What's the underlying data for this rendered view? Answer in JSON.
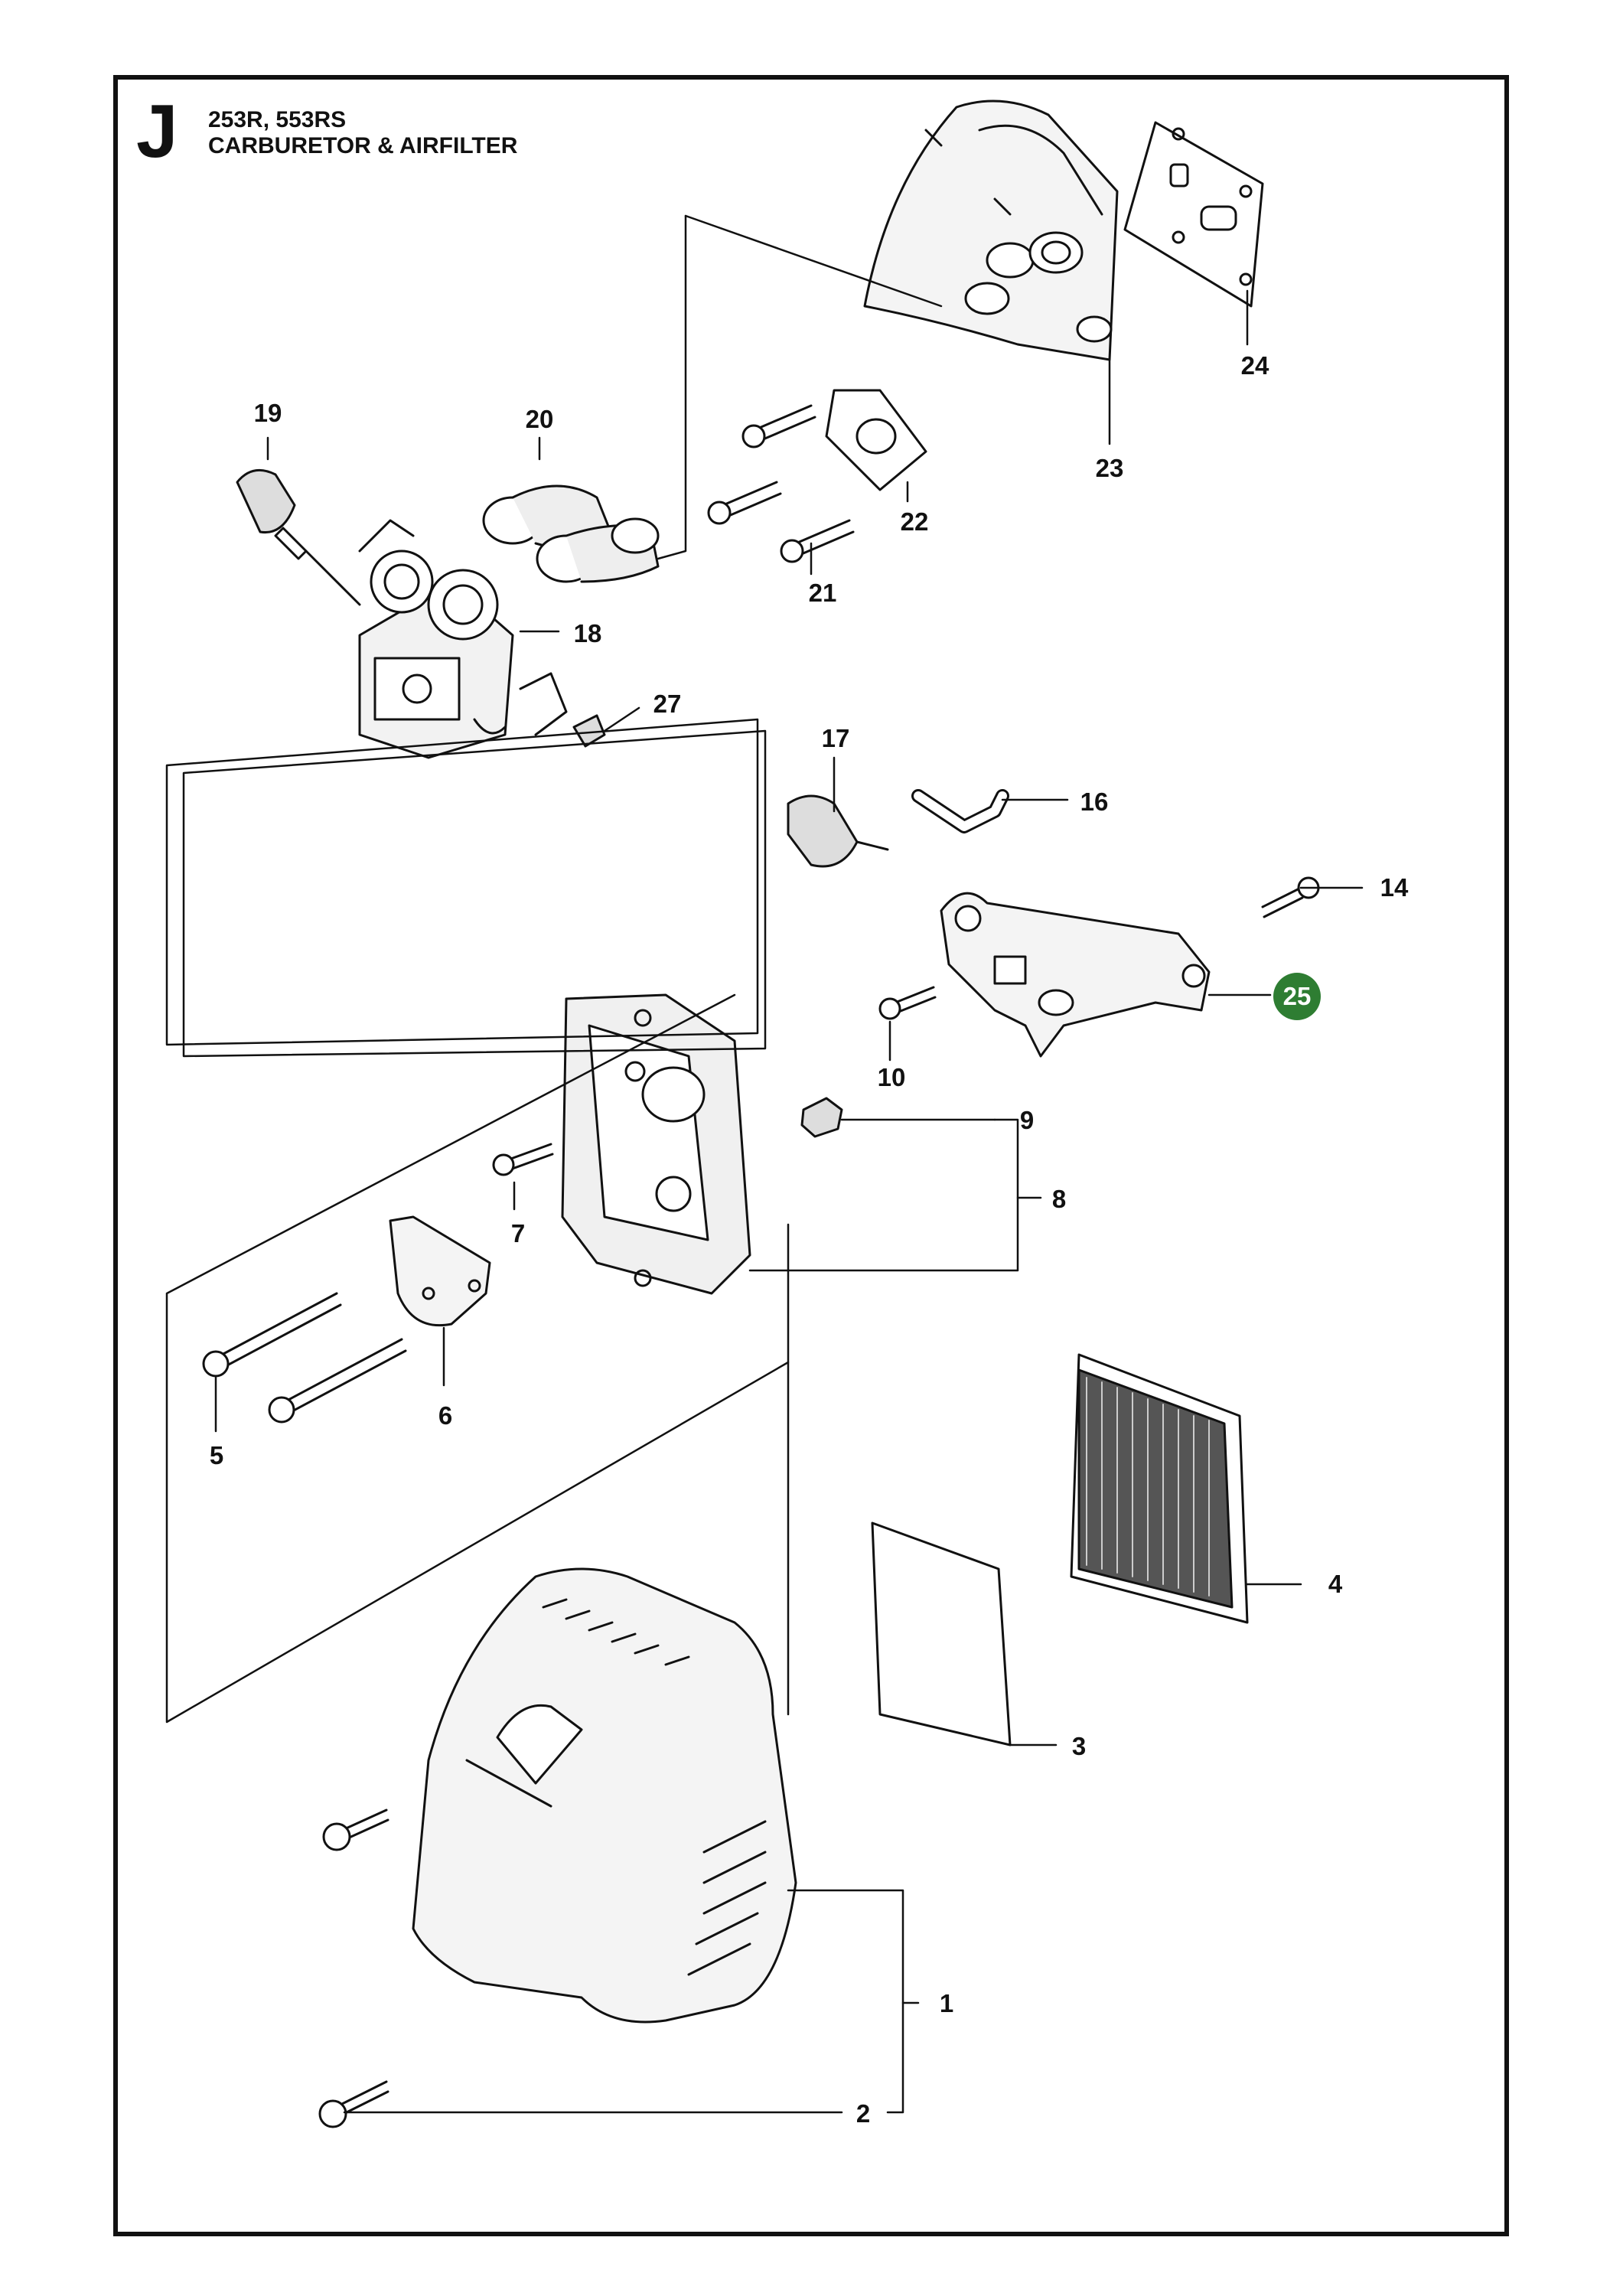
{
  "header": {
    "section": "J",
    "models": "253R, 553RS",
    "title": "CARBURETOR & AIRFILTER"
  },
  "colors": {
    "highlight": "#2e7d32",
    "line": "#111111"
  },
  "callouts": {
    "c1": "1",
    "c2": "2",
    "c3": "3",
    "c4": "4",
    "c5": "5",
    "c6": "6",
    "c7": "7",
    "c8": "8",
    "c9": "9",
    "c10": "10",
    "c14": "14",
    "c16": "16",
    "c17": "17",
    "c18": "18",
    "c19": "19",
    "c20": "20",
    "c21": "21",
    "c22": "22",
    "c23": "23",
    "c24": "24",
    "c25": "25",
    "c27": "27"
  }
}
